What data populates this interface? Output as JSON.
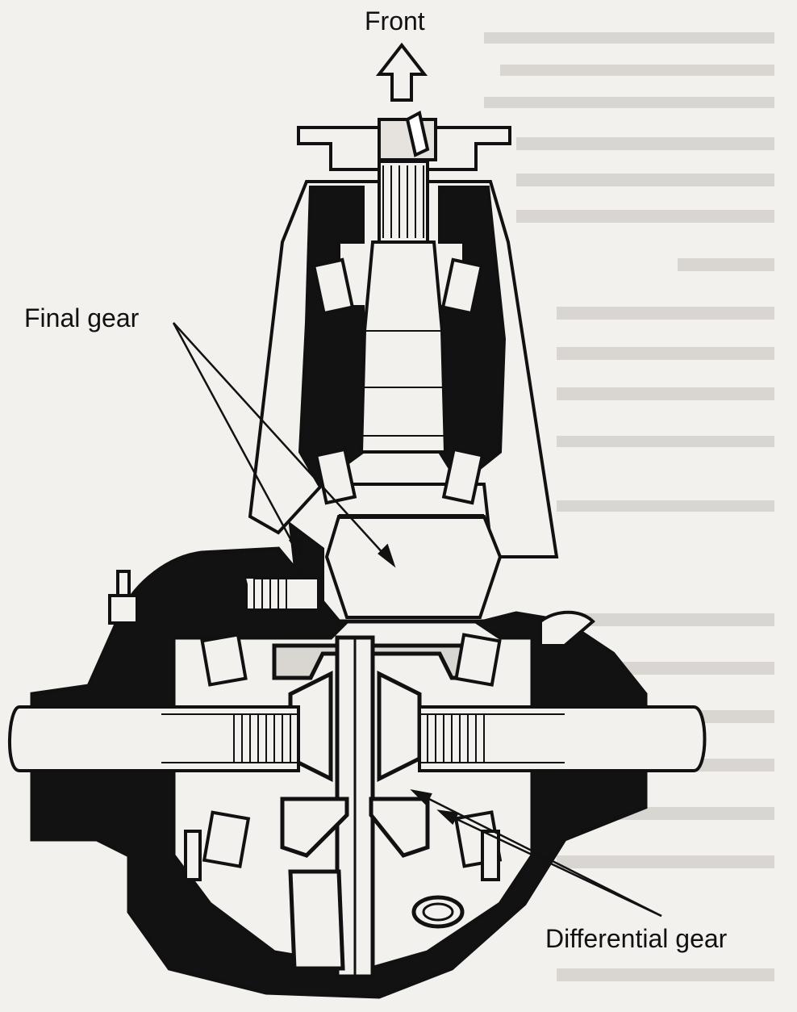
{
  "labels": {
    "front": "Front",
    "final_gear": "Final gear",
    "differential_gear": "Differential gear"
  },
  "colors": {
    "ink": "#111111",
    "paper": "#f3f1ee",
    "shade": "#d9d6d2"
  },
  "icons": [
    "front-arrow-icon"
  ]
}
